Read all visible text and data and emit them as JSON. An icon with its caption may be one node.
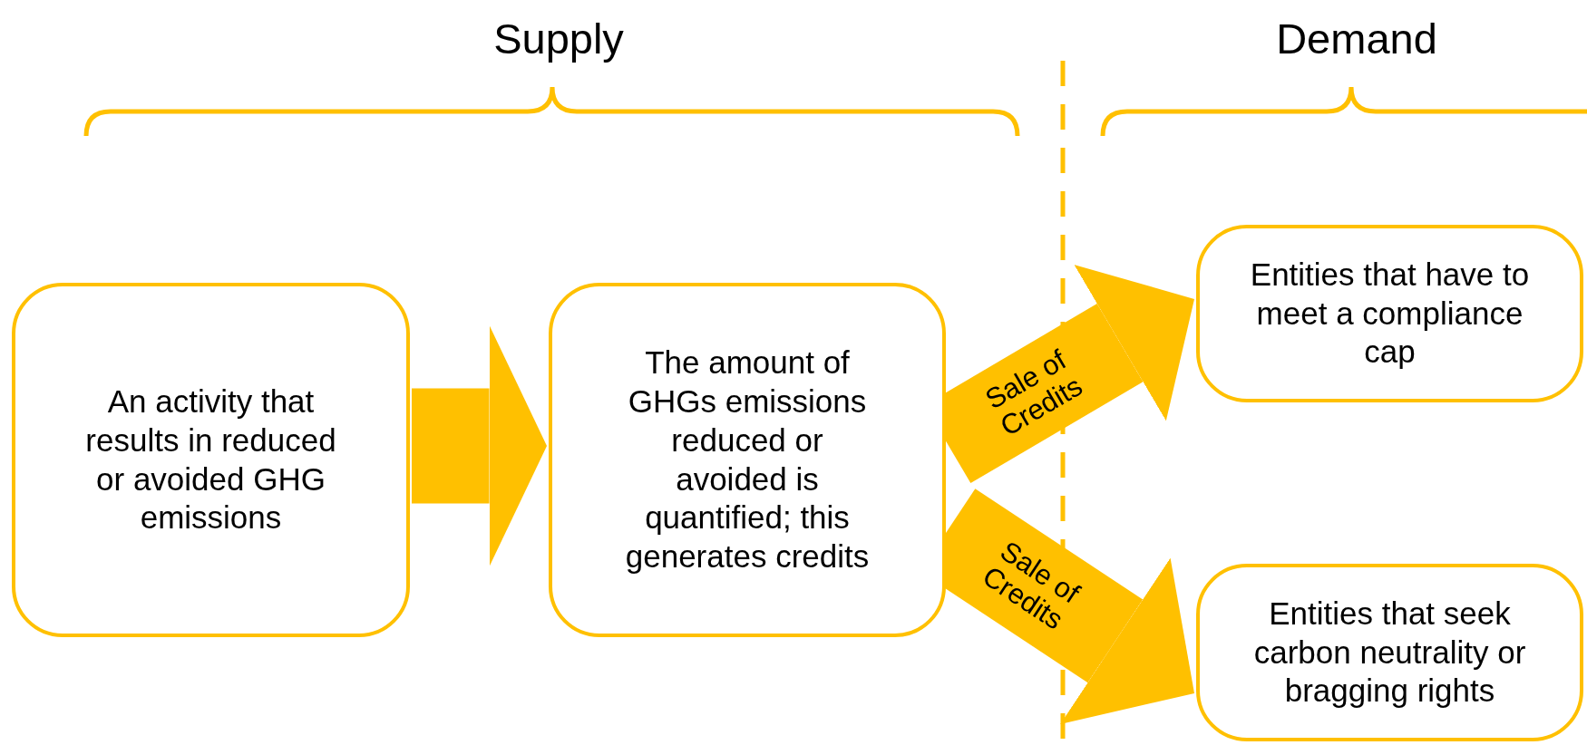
{
  "diagram": {
    "nodes": [
      {
        "text": [
          "An activity that results in reduced or avoided GHG emissions"
        ]
      },
      {
        "text": [
          "The amount of GHGs emissions reduced or avoided is quantified; this generates credits"
        ]
      },
      {
        "text": [
          "Entities that have to meet a compliance cap"
        ]
      },
      {
        "text": [
          "Entities that seek carbon neutrality or bragging rights"
        ]
      }
    ],
    "edges": [
      {
        "from": 0,
        "to": 1,
        "arrow": "to"
      },
      {
        "from": 1,
        "to": 2,
        "arrow": "to",
        "label": "Sale of Credits"
      },
      {
        "from": 1,
        "to": 3,
        "arrow": "to",
        "label": "Sale of Credits"
      }
    ],
    "labels": [
      "Supply",
      "Demand"
    ]
  }
}
